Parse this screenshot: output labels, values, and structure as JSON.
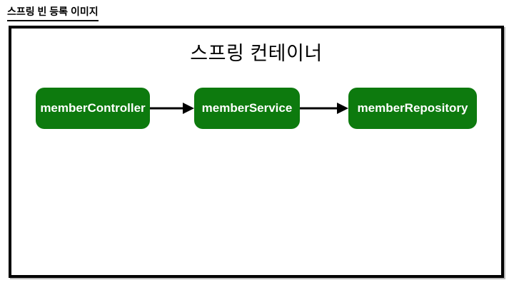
{
  "page": {
    "title": "스프링 빈 등록 이미지"
  },
  "diagram": {
    "container_title": "스프링 컨테이너",
    "nodes": [
      {
        "id": "memberController",
        "label": "memberController"
      },
      {
        "id": "memberService",
        "label": "memberService"
      },
      {
        "id": "memberRepository",
        "label": "memberRepository"
      }
    ],
    "flow": [
      {
        "from": "memberController",
        "to": "memberService"
      },
      {
        "from": "memberService",
        "to": "memberRepository"
      }
    ],
    "colors": {
      "node_fill": "#0d7a0e",
      "node_text": "#ffffff",
      "container_border": "#000000",
      "arrow": "#000000",
      "background": "#ffffff"
    }
  }
}
